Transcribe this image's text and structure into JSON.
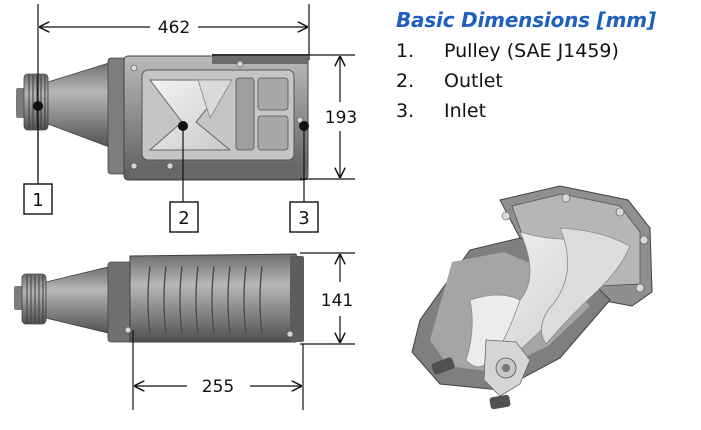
{
  "legend": {
    "title": "Basic Dimensions [mm]",
    "items": [
      {
        "number": "1.",
        "label": "Pulley (SAE J1459)"
      },
      {
        "number": "2.",
        "label": "Outlet"
      },
      {
        "number": "3.",
        "label": "Inlet"
      }
    ]
  },
  "dimensions": {
    "overall_length": "462",
    "height": "193",
    "width": "141",
    "body_length": "255"
  },
  "callouts": {
    "pulley": "1",
    "outlet": "2",
    "inlet": "3"
  },
  "colors": {
    "title": "#1f5fbf",
    "housing": "#8f9193",
    "housing_dark": "#5e6062",
    "rotor": "#e6e6e6"
  }
}
